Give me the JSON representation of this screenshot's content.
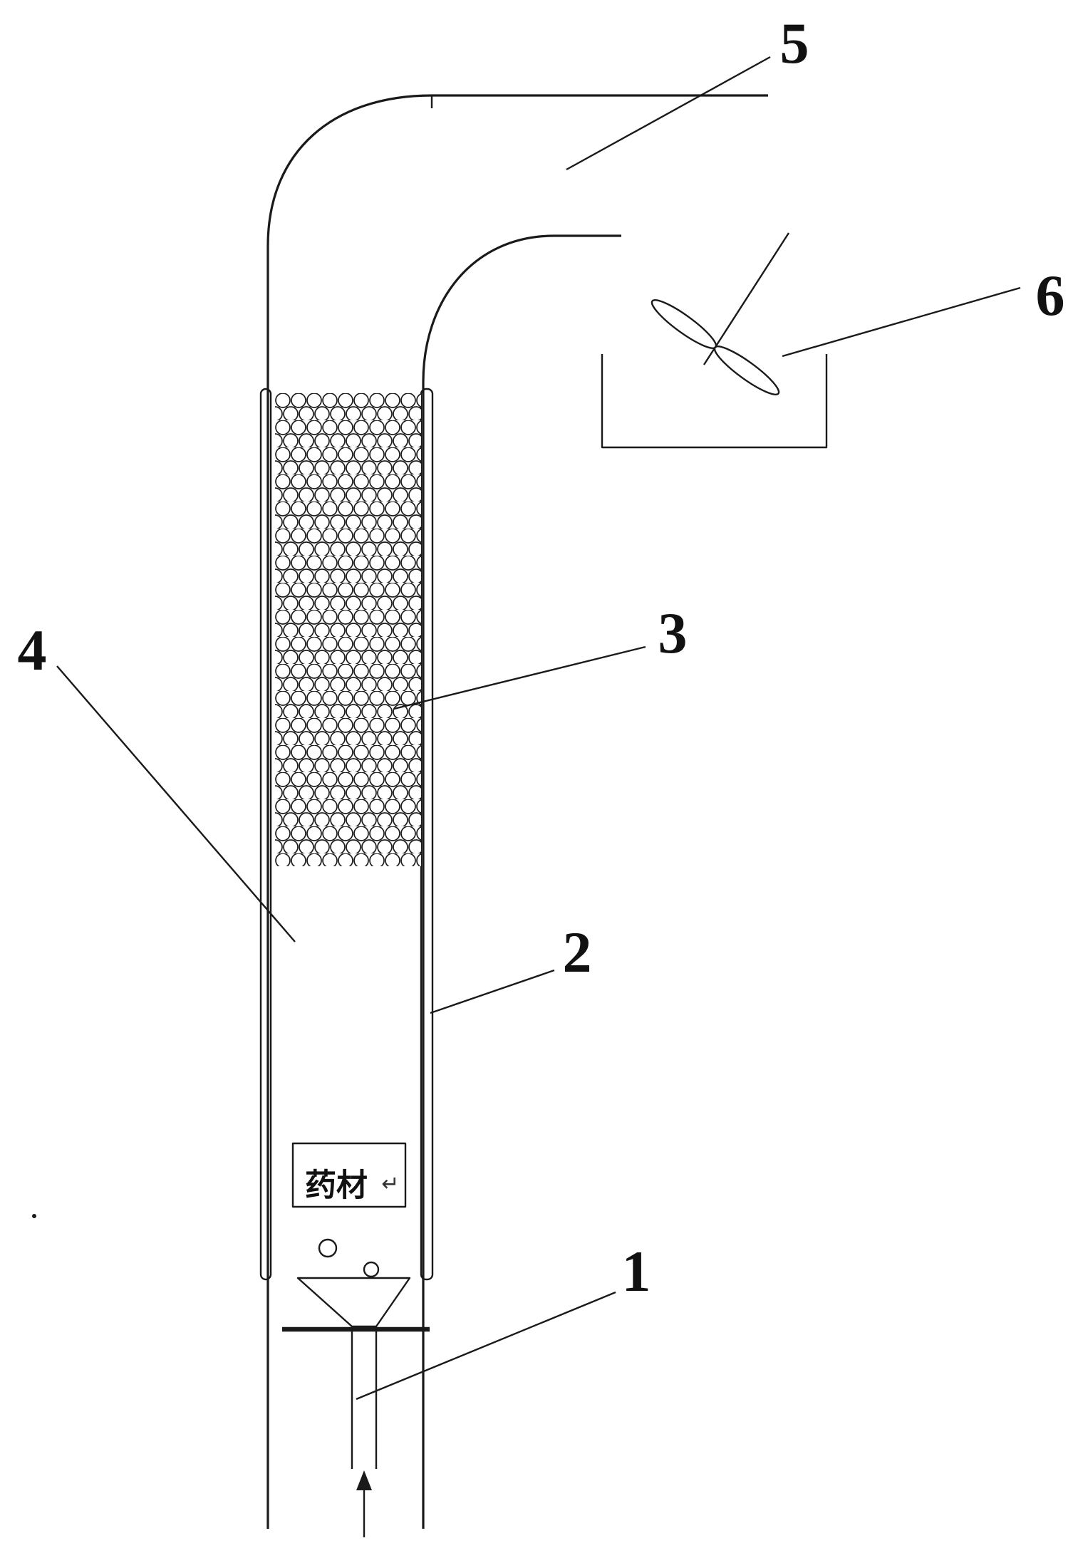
{
  "figure": {
    "description": "Patent-style line diagram of a vertical packed airlift column apparatus",
    "background": "#ffffff",
    "ink": "#1a1a1a"
  },
  "callouts": {
    "c1": "1",
    "c2": "2",
    "c3": "3",
    "c4": "4",
    "c5": "5",
    "c6": "6"
  },
  "material_box": {
    "text": "药材",
    "mark": "↵"
  }
}
